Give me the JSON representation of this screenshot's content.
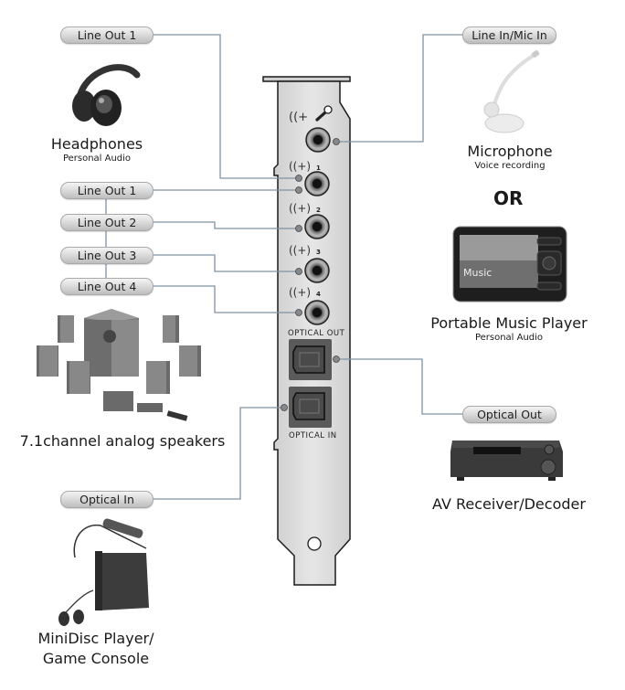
{
  "title": "Sound card connection diagram",
  "labels": {
    "line_out_1_top": "Line Out 1",
    "line_out_1": "Line Out 1",
    "line_out_2": "Line Out 2",
    "line_out_3": "Line Out 3",
    "line_out_4": "Line Out 4",
    "optical_in": "Optical In",
    "line_in_mic_in": "Line In/Mic In",
    "optical_out": "Optical Out"
  },
  "card": {
    "optical_out_label": "OPTICAL  OUT",
    "optical_in_label": "OPTICAL  IN",
    "channel_marks": [
      "1",
      "2",
      "3",
      "4"
    ],
    "ports": [
      {
        "id": "mic-in",
        "icon": "microphone-icon"
      },
      {
        "id": "line-out-1",
        "icon": "speaker-wave-icon"
      },
      {
        "id": "line-out-2",
        "icon": "speaker-wave-icon"
      },
      {
        "id": "line-out-3",
        "icon": "speaker-wave-icon"
      },
      {
        "id": "line-out-4",
        "icon": "speaker-wave-icon"
      },
      {
        "id": "optical-out",
        "icon": "toslink-icon"
      },
      {
        "id": "optical-in",
        "icon": "toslink-icon"
      }
    ]
  },
  "devices": {
    "headphones": {
      "title": "Headphones",
      "subtitle": "Personal Audio",
      "icon": "headphones-icon"
    },
    "speakers": {
      "title": "7.1channel analog speakers",
      "icon": "speaker-system-icon"
    },
    "minidisc": {
      "title_line1": "MiniDisc Player/",
      "title_line2": "Game Console",
      "icon": "minidisc-player-icon"
    },
    "microphone": {
      "title": "Microphone",
      "subtitle": "Voice recording",
      "icon": "microphone-icon"
    },
    "or_text": "OR",
    "music_player": {
      "title": "Portable Music Player",
      "subtitle": "Personal Audio",
      "icon": "music-player-icon",
      "screen_text": "Music"
    },
    "av_receiver": {
      "title": "AV Receiver/Decoder",
      "icon": "av-receiver-icon"
    }
  },
  "colors": {
    "connector_line": "#7f93a3",
    "card_fill": "#d6d6d6",
    "card_outline": "#1a1a1a",
    "pill_border": "#a9a9a9"
  }
}
